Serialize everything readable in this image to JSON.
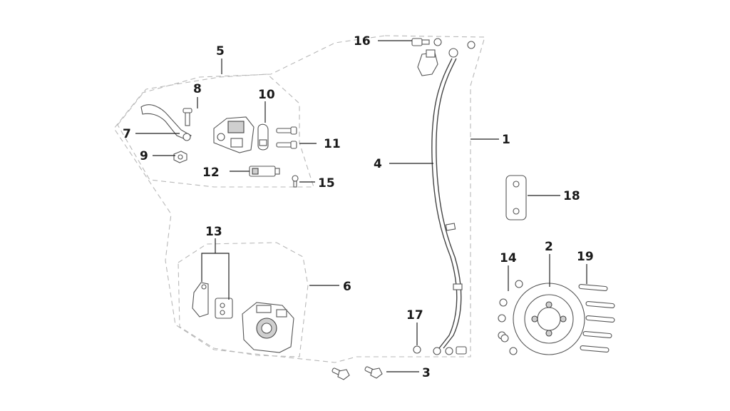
{
  "callouts": {
    "c1": "1",
    "c2": "2",
    "c3": "3",
    "c4": "4",
    "c5": "5",
    "c6": "6",
    "c7": "7",
    "c8": "8",
    "c9": "9",
    "c10": "10",
    "c11": "11",
    "c12": "12",
    "c13": "13",
    "c14": "14",
    "c15": "15",
    "c16": "16",
    "c17": "17",
    "c18": "18",
    "c19": "19"
  },
  "colors": {
    "line": "#222222",
    "dashed": "#b8b8b8",
    "part": "#555555"
  }
}
